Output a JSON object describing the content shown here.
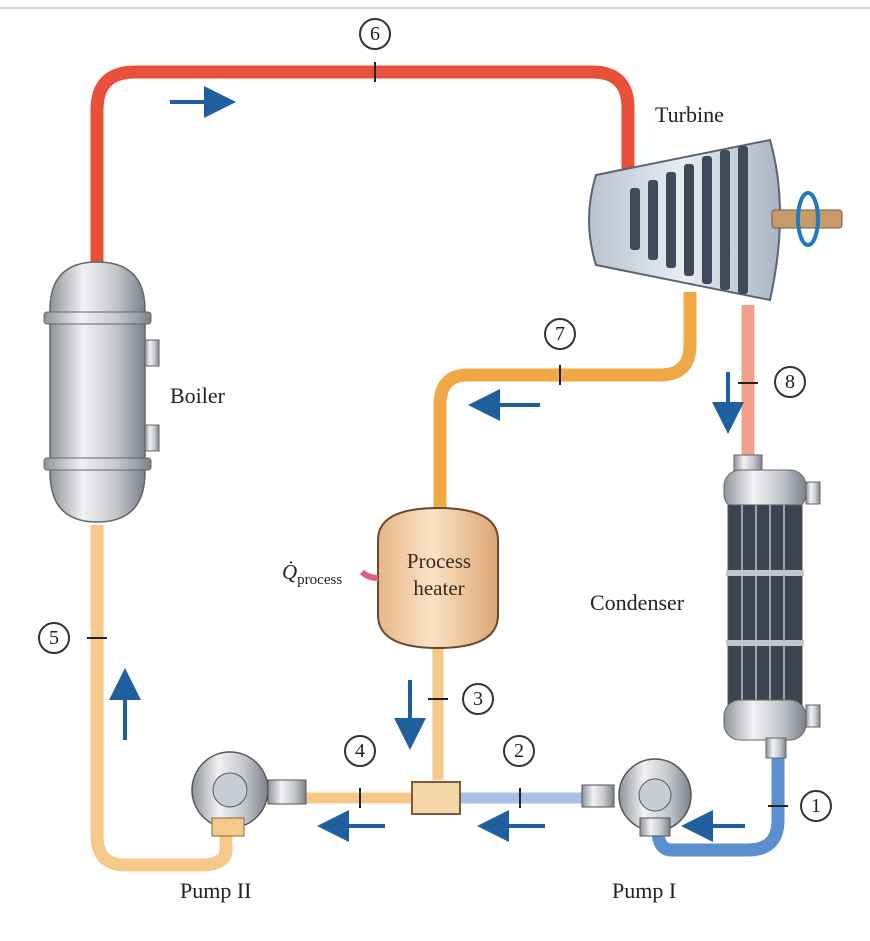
{
  "labels": {
    "turbine": "Turbine",
    "boiler": "Boiler",
    "process_heater_line1": "Process",
    "process_heater_line2": "heater",
    "condenser": "Condenser",
    "pump1": "Pump I",
    "pump2": "Pump II",
    "q_symbol": "Q̇",
    "q_subscript": "process"
  },
  "states": [
    "1",
    "2",
    "3",
    "4",
    "5",
    "6",
    "7",
    "8"
  ],
  "colors": {
    "superheated": "#e8503a",
    "extraction": "#f0a844",
    "exhaust": "#f2a08a",
    "liquid_hot": "#f5c98a",
    "liquid_cold": "#5b8fd0",
    "arrow": "#1f5f9e",
    "heater_fill": "#f6d2a8"
  }
}
